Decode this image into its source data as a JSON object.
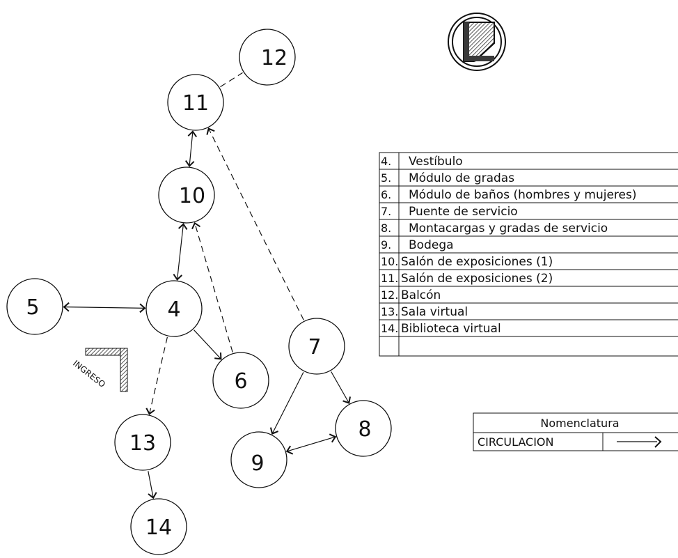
{
  "nodes": [
    {
      "id": "4",
      "label": "4"
    },
    {
      "id": "5",
      "label": "5"
    },
    {
      "id": "6",
      "label": "6"
    },
    {
      "id": "7",
      "label": "7"
    },
    {
      "id": "8",
      "label": "8"
    },
    {
      "id": "9",
      "label": "9"
    },
    {
      "id": "10",
      "label": "10"
    },
    {
      "id": "11",
      "label": "11"
    },
    {
      "id": "12",
      "label": "12"
    },
    {
      "id": "13",
      "label": "13"
    },
    {
      "id": "14",
      "label": "14"
    }
  ],
  "edges": [
    {
      "from": "5",
      "to": "4",
      "style": "solid",
      "arrow": "both"
    },
    {
      "from": "4",
      "to": "10",
      "style": "solid",
      "arrow": "both"
    },
    {
      "from": "10",
      "to": "11",
      "style": "solid",
      "arrow": "both"
    },
    {
      "from": "11",
      "to": "12",
      "style": "dashed",
      "arrow": "none"
    },
    {
      "from": "4",
      "to": "6",
      "style": "solid",
      "arrow": "end"
    },
    {
      "from": "6",
      "to": "10",
      "style": "dashed",
      "arrow": "end"
    },
    {
      "from": "7",
      "to": "11",
      "style": "dashed",
      "arrow": "end"
    },
    {
      "from": "7",
      "to": "8",
      "style": "solid",
      "arrow": "end"
    },
    {
      "from": "7",
      "to": "9",
      "style": "solid",
      "arrow": "end"
    },
    {
      "from": "9",
      "to": "8",
      "style": "solid",
      "arrow": "both"
    },
    {
      "from": "4",
      "to": "13",
      "style": "dashed",
      "arrow": "end"
    },
    {
      "from": "13",
      "to": "14",
      "style": "solid",
      "arrow": "end"
    }
  ],
  "legend": [
    {
      "num": "4.",
      "text": "Vestíbulo"
    },
    {
      "num": "5.",
      "text": "Módulo de gradas"
    },
    {
      "num": "6.",
      "text": "Módulo de baños (hombres y mujeres)"
    },
    {
      "num": "7.",
      "text": "Puente de servicio"
    },
    {
      "num": "8.",
      "text": "Montacargas y gradas de servicio"
    },
    {
      "num": "9.",
      "text": "Bodega"
    },
    {
      "num": "10.",
      "text": "Salón de exposiciones (1)"
    },
    {
      "num": "11.",
      "text": "Salón de exposiciones (2)"
    },
    {
      "num": "12.",
      "text": "Balcón"
    },
    {
      "num": "13.",
      "text": "Sala virtual"
    },
    {
      "num": "14.",
      "text": "Biblioteca virtual"
    }
  ],
  "nomenclature": {
    "title": "Nomenclatura",
    "row_label": "CIRCULACION"
  },
  "entrance": {
    "label": "INGRESO"
  },
  "colors": {
    "line": "#111111",
    "logo_fill": "#3a3a3a",
    "hatch": "#555555"
  }
}
